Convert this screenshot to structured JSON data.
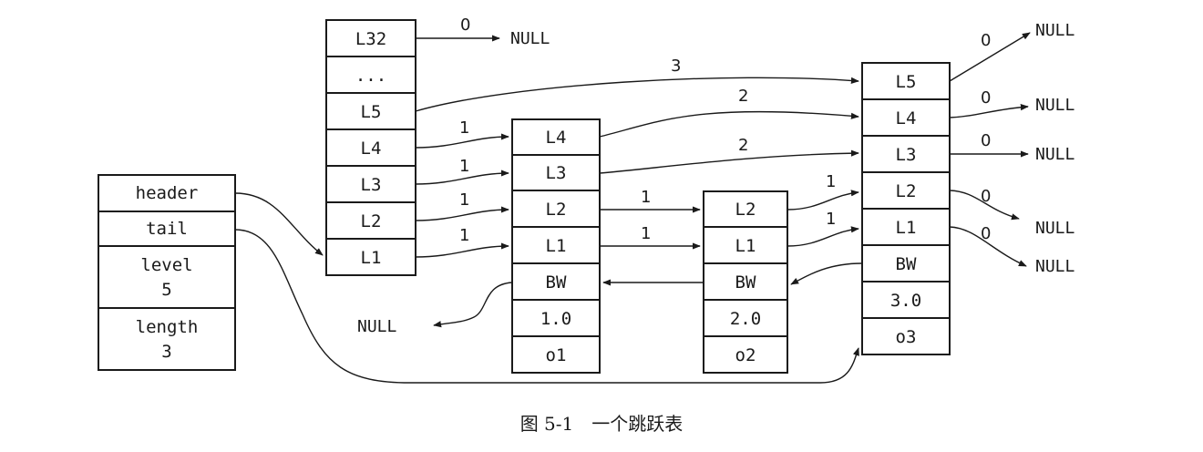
{
  "list_struct": {
    "header": "header",
    "tail": "tail",
    "level_label": "level",
    "level_value": "5",
    "length_label": "length",
    "length_value": "3"
  },
  "header_node": {
    "levels": [
      "L32",
      "...",
      "L5",
      "L4",
      "L3",
      "L2",
      "L1"
    ]
  },
  "node1": {
    "levels": [
      "L4",
      "L3",
      "L2",
      "L1"
    ],
    "backward": "BW",
    "score": "1.0",
    "obj": "o1"
  },
  "node2": {
    "levels": [
      "L2",
      "L1"
    ],
    "backward": "BW",
    "score": "2.0",
    "obj": "o2"
  },
  "node3": {
    "levels": [
      "L5",
      "L4",
      "L3",
      "L2",
      "L1"
    ],
    "backward": "BW",
    "score": "3.0",
    "obj": "o3"
  },
  "null_text": "NULL",
  "spans": {
    "h_l32": "0",
    "h_l5": "3",
    "h_l4": "1",
    "h_l3": "1",
    "h_l2": "1",
    "h_l1": "1",
    "n1_l4": "2",
    "n1_l3": "2",
    "n1_l2": "1",
    "n1_l1": "1",
    "n2_l2": "1",
    "n2_l1": "1",
    "n3_l5": "0",
    "n3_l4": "0",
    "n3_l3": "0",
    "n3_l2": "0",
    "n3_l1": "0"
  },
  "caption": "图 5-1　一个跳跃表"
}
